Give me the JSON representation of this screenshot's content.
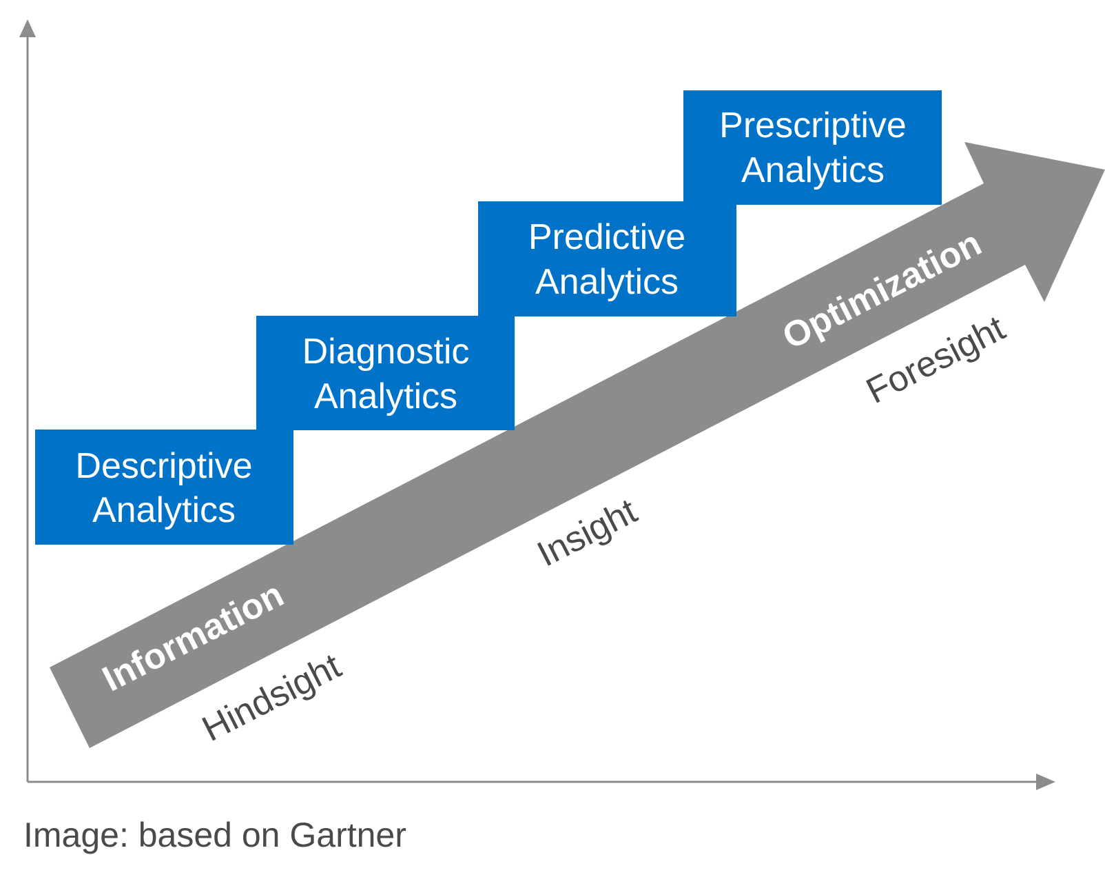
{
  "colors": {
    "box_fill": "#0073c8",
    "arrow_fill": "#8a8c8e",
    "axis": "#8a8c8e",
    "text_white": "#ffffff",
    "text_gray": "#4a4a4a"
  },
  "stages": [
    {
      "line1": "Descriptive",
      "line2": "Analytics"
    },
    {
      "line1": "Diagnostic",
      "line2": "Analytics"
    },
    {
      "line1": "Predictive",
      "line2": "Analytics"
    },
    {
      "line1": "Prescriptive",
      "line2": "Analytics"
    }
  ],
  "arrow_labels": {
    "information": "Information",
    "optimization": "Optimization"
  },
  "below_labels": {
    "hindsight": "Hindsight",
    "insight": "Insight",
    "foresight": "Foresight"
  },
  "caption": "Image: based on Gartner"
}
